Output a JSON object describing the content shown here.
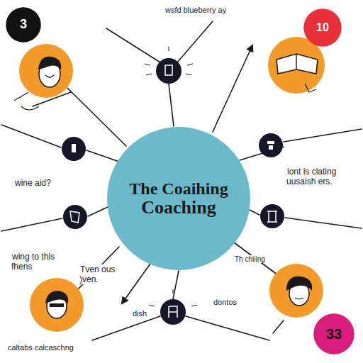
{
  "diagram": {
    "nodes": [
      {
        "text": [
          "3"
        ]
      },
      {
        "text": [
          "10"
        ]
      },
      {
        "text": [
          "The Coaihing",
          "Coaching"
        ]
      },
      {
        "text": [
          "33"
        ]
      }
    ],
    "labels": [
      "wsfd blueberry ay",
      "wine aid?",
      "lont is clating uusaish ers.",
      "wing to this fhens",
      "Tven ous )ven.",
      "dish",
      "dontos",
      "caltabs calcaschng",
      "Th chiiing"
    ]
  }
}
